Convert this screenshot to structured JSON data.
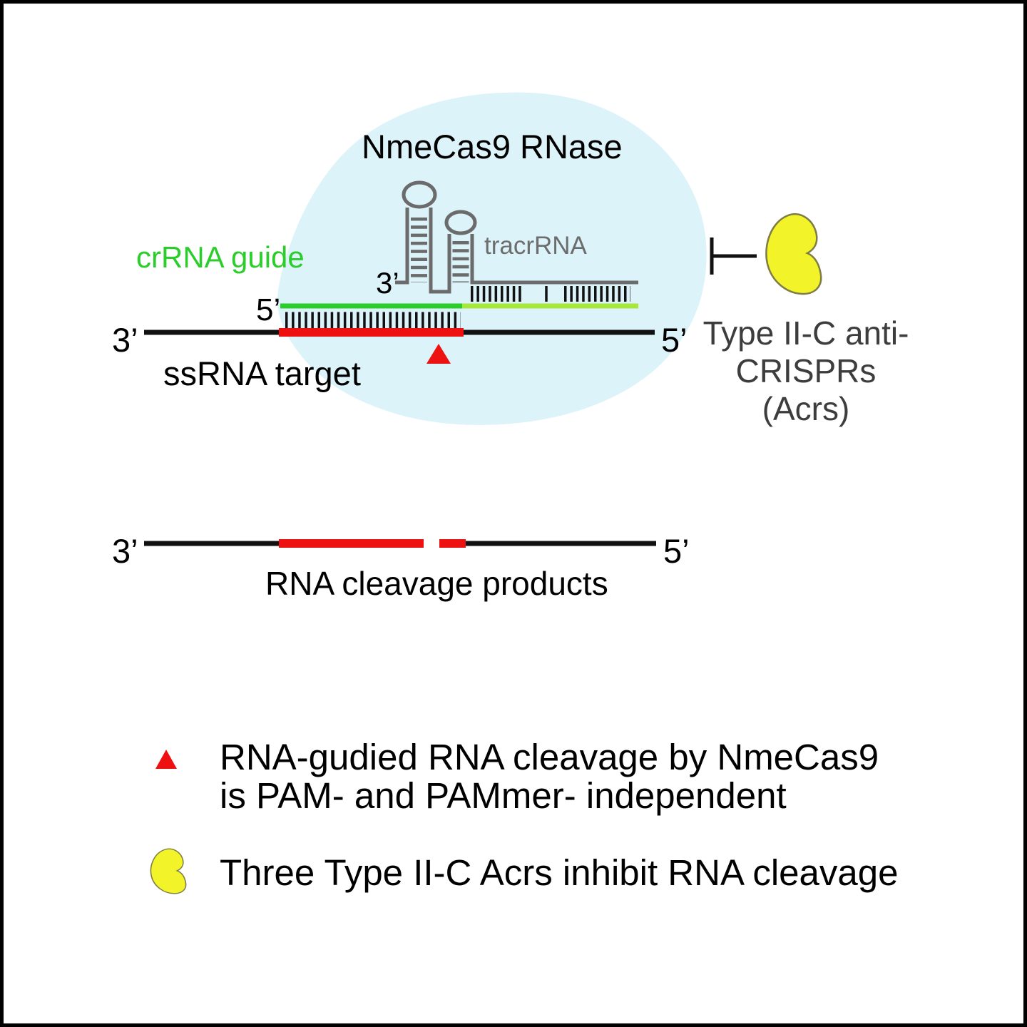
{
  "figure": {
    "title": "NmeCas9 RNase",
    "complex": {
      "tracrrna_label": "tracrRNA",
      "tracr_end_label": "3’",
      "crrna_guide_label": "crRNA guide",
      "guide_end_label": "5’"
    },
    "target": {
      "left_end_label": "3’",
      "right_end_label": "5’",
      "label": "ssRNA target"
    },
    "inhibitor": {
      "label_line1": "Type II-C anti-",
      "label_line2": "CRISPRs (Acrs)"
    },
    "products": {
      "left_end_label": "3’",
      "right_end_label": "5’",
      "label": "RNA cleavage products"
    },
    "legend": [
      {
        "marker": "red-cleavage-triangle",
        "text_line1": "RNA-gudied RNA cleavage by NmeCas9",
        "text_line2": "is PAM- and PAMmer- independent"
      },
      {
        "marker": "yellow-acr-protein",
        "text": "Three Type II-C Acrs inhibit RNA cleavage"
      }
    ],
    "colors": {
      "cas9_blob": "#dbf3f9",
      "crrna_green": "#2acd2a",
      "crrna_repeat_lime": "#a5e83a",
      "cleavage_red": "#ee1111",
      "acr_yellow": "#f3f32a",
      "acr_outline": "#7d7d45",
      "tracr_gray": "#6b6b6b",
      "line_black": "#111111"
    },
    "icons": {
      "cleavage_marker": "red-triangle-icon",
      "acr_marker": "protein-bean-icon",
      "inhibition_marker": "inhibition-tee-icon"
    }
  }
}
